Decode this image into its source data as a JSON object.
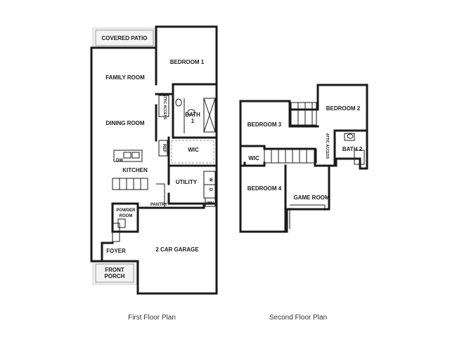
{
  "first_floor": {
    "caption": "First Floor Plan",
    "rooms": {
      "covered_patio": "COVERED PATIO",
      "bedroom_1": "BEDROOM 1",
      "family_room": "FAMILY ROOM",
      "attic_access": "ATTIC ACCESS",
      "bath_1_line1": "BATH",
      "bath_1_line2": "1",
      "dining_room": "DINING ROOM",
      "wic": "WIC",
      "ref": "REF",
      "dw": "DW",
      "kitchen": "KITCHEN",
      "utility": "UTILITY",
      "washer": "W",
      "dryer": "D",
      "pantry": "PANTRY",
      "water_heater": "WH",
      "powder_room_line1": "POWDER",
      "powder_room_line2": "ROOM",
      "foyer": "FOYER",
      "garage": "2 CAR GARAGE",
      "front_porch_line1": "FRONT",
      "front_porch_line2": "PORCH"
    }
  },
  "second_floor": {
    "caption": "Second Floor Plan",
    "rooms": {
      "bedroom_3": "BEDROOM 3",
      "bedroom_2": "BEDROOM 2",
      "attic_access": "ATTIC ACCESS",
      "bath_2": "BATH 2",
      "wic": "WIC",
      "bedroom_4": "BEDROOM 4",
      "game_room": "GAME ROOM"
    }
  }
}
